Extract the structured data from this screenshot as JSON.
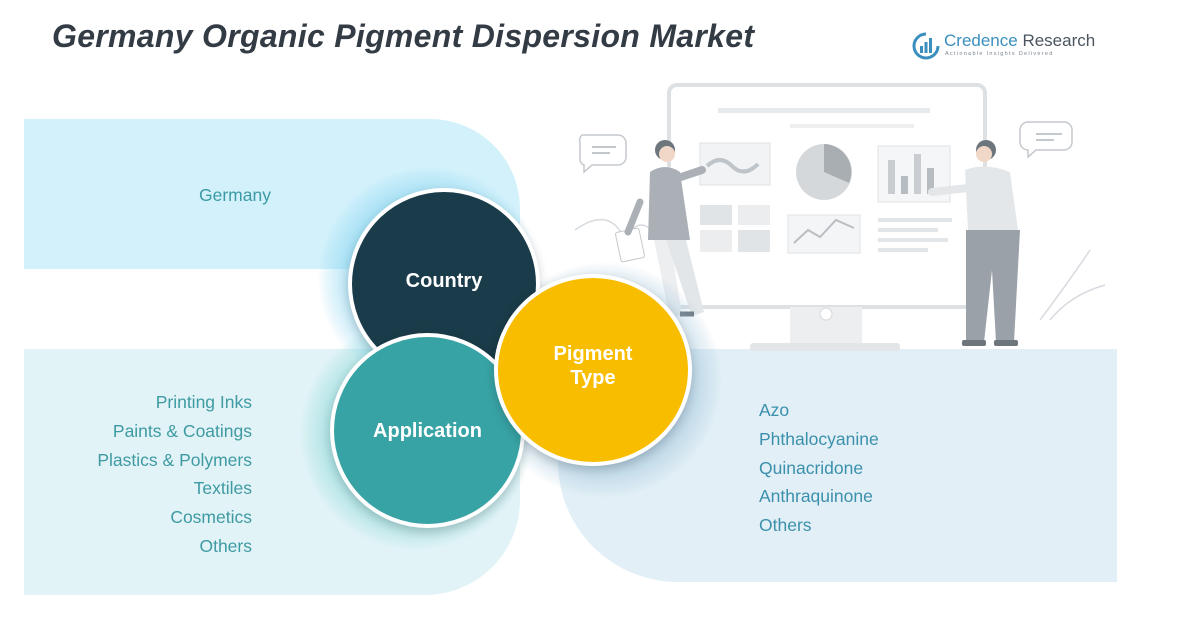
{
  "title": "Germany Organic Pigment Dispersion Market",
  "logo": {
    "name_part1": "Credence",
    "name_part2": "Research",
    "tagline": "Actionable Insights Delivered",
    "colors": {
      "mark": "#3a8fbf",
      "text": "#4a5560"
    }
  },
  "segments": {
    "country": {
      "label": "Country",
      "color": "#1a3b49",
      "items": [
        "Germany"
      ]
    },
    "application": {
      "label": "Application",
      "color": "#38a3a5",
      "items": [
        "Printing Inks",
        "Paints & Coatings",
        "Plastics & Polymers",
        "Textiles",
        "Cosmetics",
        "Others"
      ]
    },
    "pigment_type": {
      "label": "Pigment Type",
      "color": "#f9bd00",
      "items": [
        "Azo",
        "Phthalocyanine",
        "Quinacridone",
        "Anthraquinone",
        "Others"
      ]
    }
  },
  "illustration": {
    "icon": "presentation-dashboard-icon"
  }
}
